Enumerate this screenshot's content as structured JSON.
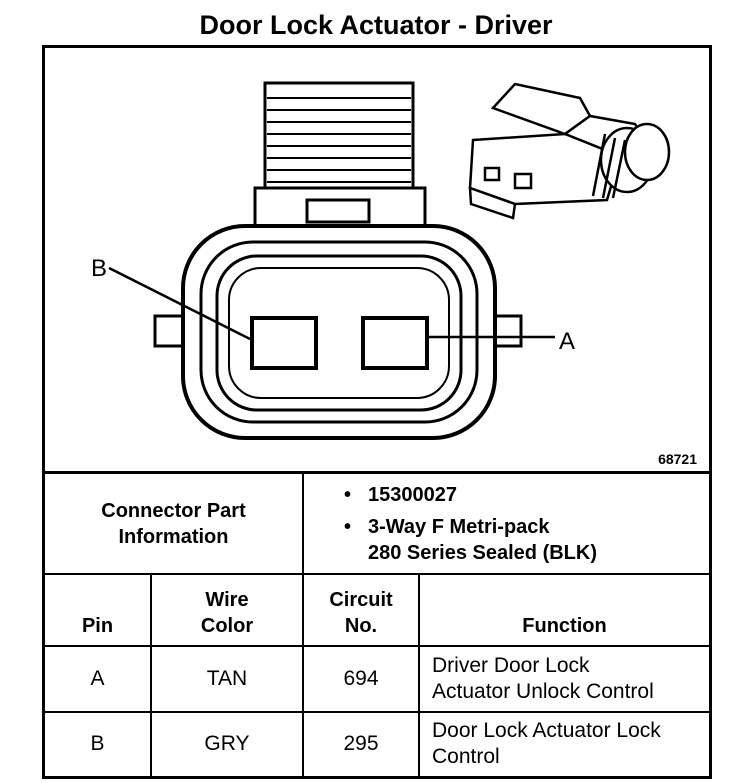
{
  "title": "Door Lock Actuator - Driver",
  "figure": {
    "id": "68721",
    "callouts": {
      "left": "B",
      "right": "A"
    }
  },
  "connector_info": {
    "label_line1": "Connector Part",
    "label_line2": "Information",
    "items": [
      {
        "line1": "15300027",
        "line2": ""
      },
      {
        "line1": "3-Way F Metri-pack",
        "line2": "280 Series Sealed (BLK)"
      }
    ],
    "bullet": "•"
  },
  "table": {
    "headers": {
      "pin": "Pin",
      "wire_color_line1": "Wire",
      "wire_color_line2": "Color",
      "circuit_line1": "Circuit",
      "circuit_line2": "No.",
      "function": "Function"
    },
    "rows": [
      {
        "pin": "A",
        "wire_color": "TAN",
        "circuit": "694",
        "function_line1": "Driver Door Lock",
        "function_line2": "Actuator Unlock Control"
      },
      {
        "pin": "B",
        "wire_color": "GRY",
        "circuit": "295",
        "function_line1": "Door Lock Actuator Lock",
        "function_line2": "Control"
      }
    ]
  }
}
